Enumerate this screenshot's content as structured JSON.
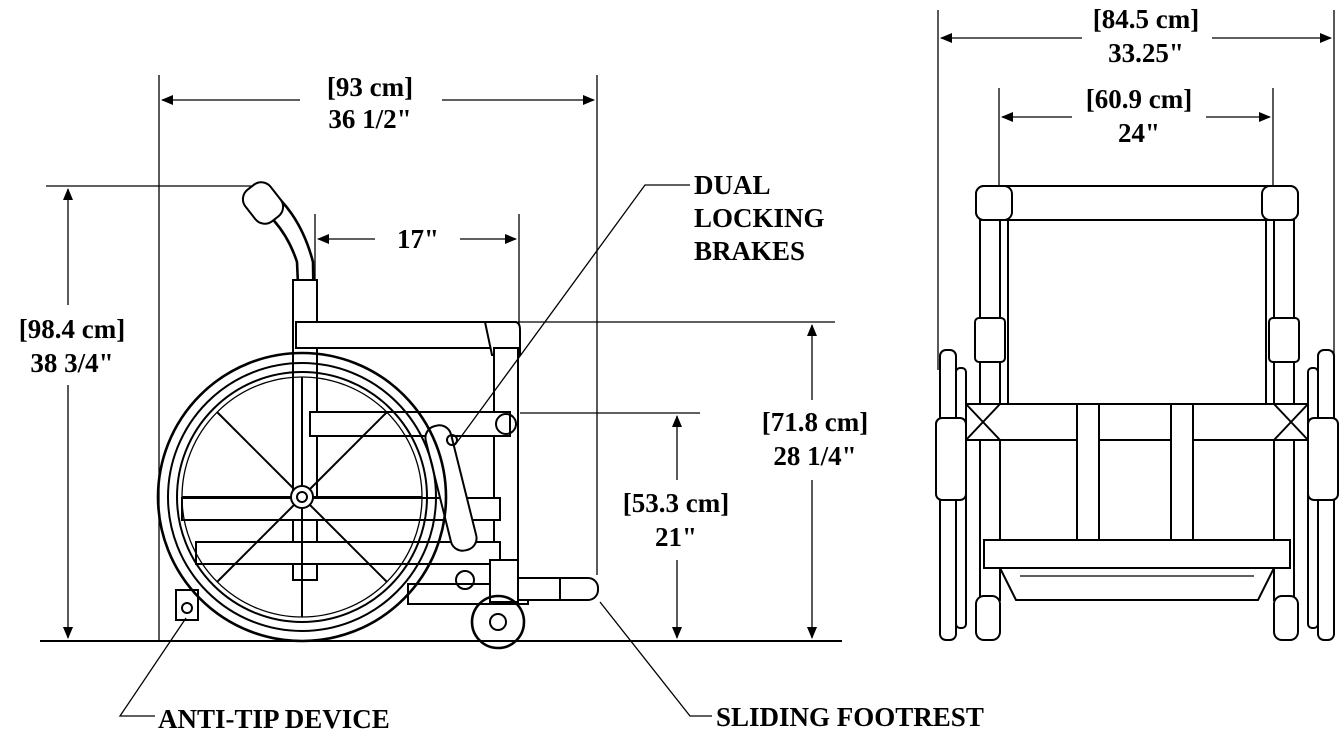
{
  "dimensions": {
    "side_overall_length": {
      "metric": "[93 cm]",
      "imperial": "36 1/2\""
    },
    "side_seat_depth": {
      "imperial": "17\""
    },
    "side_overall_height": {
      "metric": "[98.4 cm]",
      "imperial": "38 3/4\""
    },
    "side_armrest_height": {
      "metric": "[71.8 cm]",
      "imperial": "28 1/4\""
    },
    "side_seat_height": {
      "metric": "[53.3 cm]",
      "imperial": "21\""
    },
    "front_overall_width": {
      "metric": "[84.5 cm]",
      "imperial": "33.25\""
    },
    "front_seat_width": {
      "metric": "[60.9 cm]",
      "imperial": "24\""
    }
  },
  "callouts": {
    "brakes": [
      "DUAL",
      "LOCKING",
      "BRAKES"
    ],
    "anti_tip": "ANTI-TIP DEVICE",
    "footrest": "SLIDING FOOTREST"
  }
}
